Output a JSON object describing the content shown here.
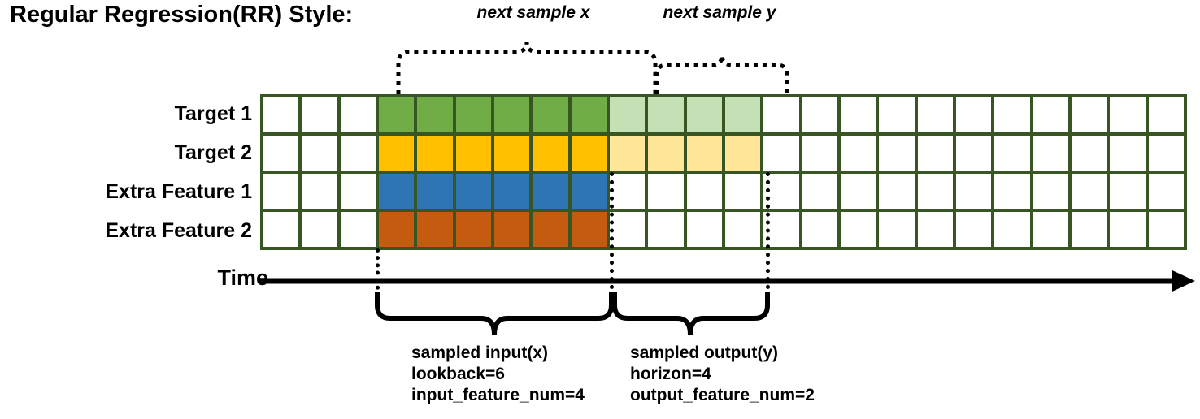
{
  "title": "Regular Regression(RR) Style:",
  "rows": [
    {
      "label": "Target 1",
      "name": "target-1"
    },
    {
      "label": "Target 2",
      "name": "target-2"
    },
    {
      "label": "Extra Feature 1",
      "name": "extra-feature-1"
    },
    {
      "label": "Extra Feature 2",
      "name": "extra-feature-2"
    }
  ],
  "grid": {
    "columns": 24,
    "rows": 4,
    "border_color": "#375623",
    "empty_color": "#ffffff",
    "input_start_col": 3,
    "input_len": 6,
    "output_start_col": 9,
    "output_len": 4,
    "fills": [
      [
        "#ffffff",
        "#ffffff",
        "#ffffff",
        "#71ad47",
        "#71ad47",
        "#71ad47",
        "#71ad47",
        "#71ad47",
        "#71ad47",
        "#c5e0b4",
        "#c5e0b4",
        "#c5e0b4",
        "#c5e0b4",
        "#ffffff",
        "#ffffff",
        "#ffffff",
        "#ffffff",
        "#ffffff",
        "#ffffff",
        "#ffffff",
        "#ffffff",
        "#ffffff",
        "#ffffff",
        "#ffffff"
      ],
      [
        "#ffffff",
        "#ffffff",
        "#ffffff",
        "#ffc000",
        "#ffc000",
        "#ffc000",
        "#ffc000",
        "#ffc000",
        "#ffc000",
        "#ffe699",
        "#ffe699",
        "#ffe699",
        "#ffe699",
        "#ffffff",
        "#ffffff",
        "#ffffff",
        "#ffffff",
        "#ffffff",
        "#ffffff",
        "#ffffff",
        "#ffffff",
        "#ffffff",
        "#ffffff",
        "#ffffff"
      ],
      [
        "#ffffff",
        "#ffffff",
        "#ffffff",
        "#2e75b6",
        "#2e75b6",
        "#2e75b6",
        "#2e75b6",
        "#2e75b6",
        "#2e75b6",
        "#ffffff",
        "#ffffff",
        "#ffffff",
        "#ffffff",
        "#ffffff",
        "#ffffff",
        "#ffffff",
        "#ffffff",
        "#ffffff",
        "#ffffff",
        "#ffffff",
        "#ffffff",
        "#ffffff",
        "#ffffff",
        "#ffffff"
      ],
      [
        "#ffffff",
        "#ffffff",
        "#ffffff",
        "#c55a11",
        "#c55a11",
        "#c55a11",
        "#c55a11",
        "#c55a11",
        "#c55a11",
        "#ffffff",
        "#ffffff",
        "#ffffff",
        "#ffffff",
        "#ffffff",
        "#ffffff",
        "#ffffff",
        "#ffffff",
        "#ffffff",
        "#ffffff",
        "#ffffff",
        "#ffffff",
        "#ffffff",
        "#ffffff",
        "#ffffff"
      ]
    ]
  },
  "time_axis": {
    "label": "Time"
  },
  "top_annotations": [
    {
      "text": "next sample x",
      "name": "next-sample-x"
    },
    {
      "text": "next sample y",
      "name": "next-sample-y"
    }
  ],
  "bottom_annotations": [
    {
      "name": "sampled-input",
      "line1": "sampled input(x)",
      "line2": "lookback=6",
      "line3": "input_feature_num=4"
    },
    {
      "name": "sampled-output",
      "line1": "sampled output(y)",
      "line2": "horizon=4",
      "line3": "output_feature_num=2"
    }
  ]
}
